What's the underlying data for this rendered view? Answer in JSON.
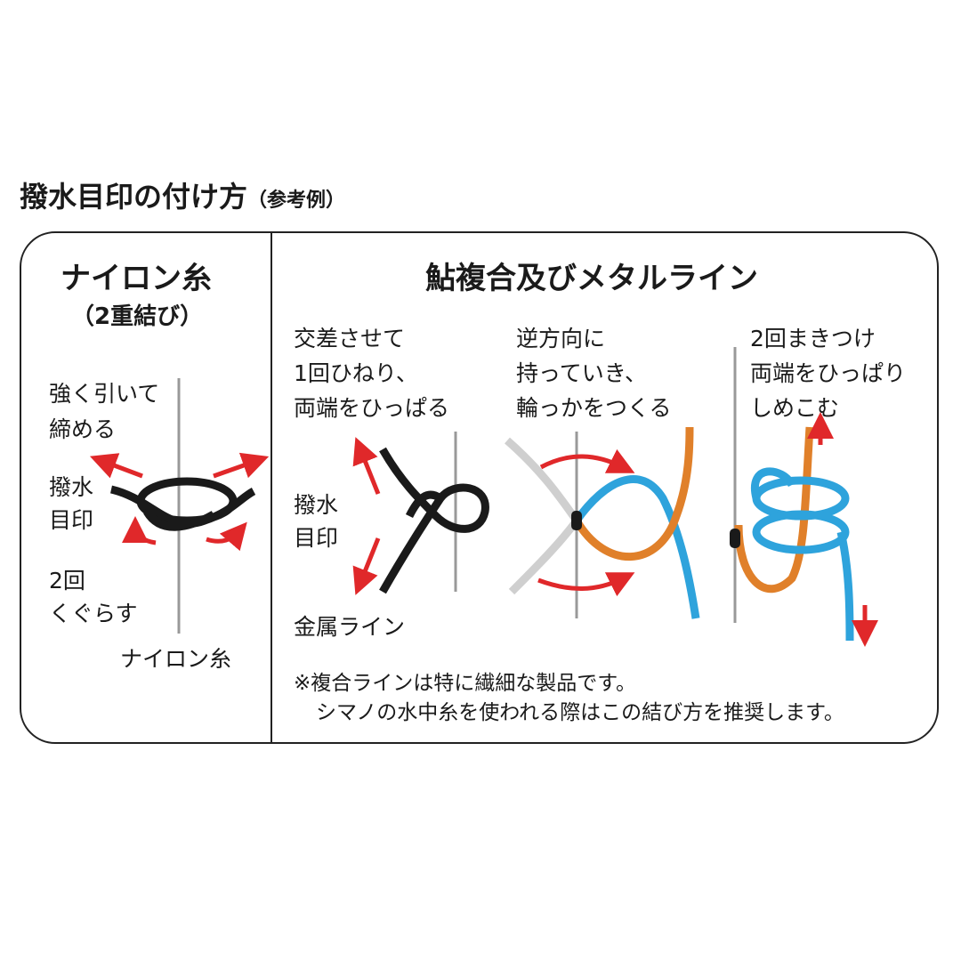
{
  "title": "撥水目印の付け方",
  "title_suffix": "（参考例）",
  "nylon": {
    "heading": "ナイロン糸",
    "subheading": "（2重結び）",
    "pull_label": [
      "強く引いて",
      "締める"
    ],
    "marker_label": [
      "撥水",
      "目印"
    ],
    "loop_label": [
      "2回",
      "くぐらす"
    ],
    "line_label": "ナイロン糸"
  },
  "composite": {
    "heading": "鮎複合及びメタルライン",
    "steps": [
      {
        "lines": [
          "交差させて",
          "1回ひねり、",
          "両端をひっぱる"
        ]
      },
      {
        "lines": [
          "逆方向に",
          "持っていき、",
          "輪っかをつくる"
        ]
      },
      {
        "lines": [
          "2回まきつけ",
          "両端をひっぱり",
          "しめこむ"
        ]
      }
    ],
    "marker_label": [
      "撥水",
      "目印"
    ],
    "metal_label": "金属ライン",
    "note": [
      "※複合ラインは特に繊細な製品です。",
      "シマノの水中糸を使われる際はこの結び方を推奨します。"
    ]
  },
  "colors": {
    "arrow": "#e0282a",
    "orange": "#e0802a",
    "blue": "#2ea3dc",
    "gray": "#cfcfcf",
    "knot": "#1a1a1a"
  }
}
